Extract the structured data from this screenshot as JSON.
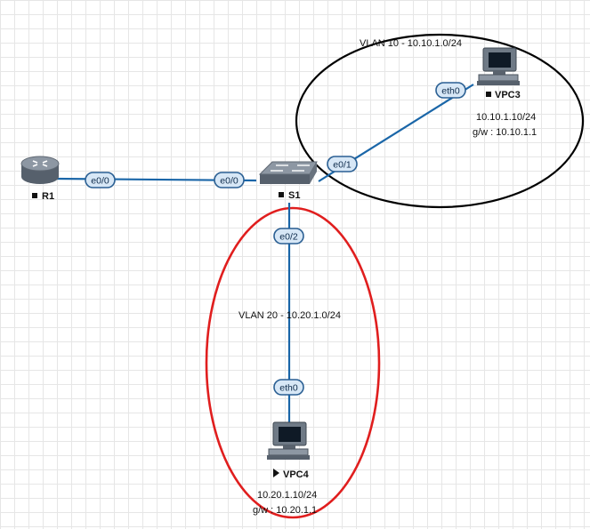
{
  "colors": {
    "link": "#1a66a8",
    "vlan10_outline": "#000000",
    "vlan20_outline": "#e01e1e",
    "interface_fill": "#d7e7f6",
    "interface_stroke": "#2a5f93"
  },
  "vlans": {
    "vlan10": {
      "label": "VLAN 10 - 10.10.1.0/24"
    },
    "vlan20": {
      "label": "VLAN 20 - 10.20.1.0/24"
    }
  },
  "nodes": {
    "r1": {
      "name": "R1",
      "icon": "router-icon",
      "status_icon": "stopped-square"
    },
    "s1": {
      "name": "S1",
      "icon": "switch-icon",
      "status_icon": "stopped-square"
    },
    "vpc3": {
      "name": "VPC3",
      "icon": "computer-icon",
      "status_icon": "stopped-square",
      "ip": "10.10.1.10/24",
      "gateway": "g/w : 10.10.1.1"
    },
    "vpc4": {
      "name": "VPC4",
      "icon": "computer-icon",
      "status_icon": "running-triangle",
      "ip": "10.20.1.10/24",
      "gateway": "g/w : 10.20.1.1"
    }
  },
  "interfaces": {
    "r1_e00": "e0/0",
    "s1_e00": "e0/0",
    "s1_e01": "e0/1",
    "s1_e02": "e0/2",
    "vpc3_eth0": "eth0",
    "vpc4_eth0": "eth0"
  }
}
